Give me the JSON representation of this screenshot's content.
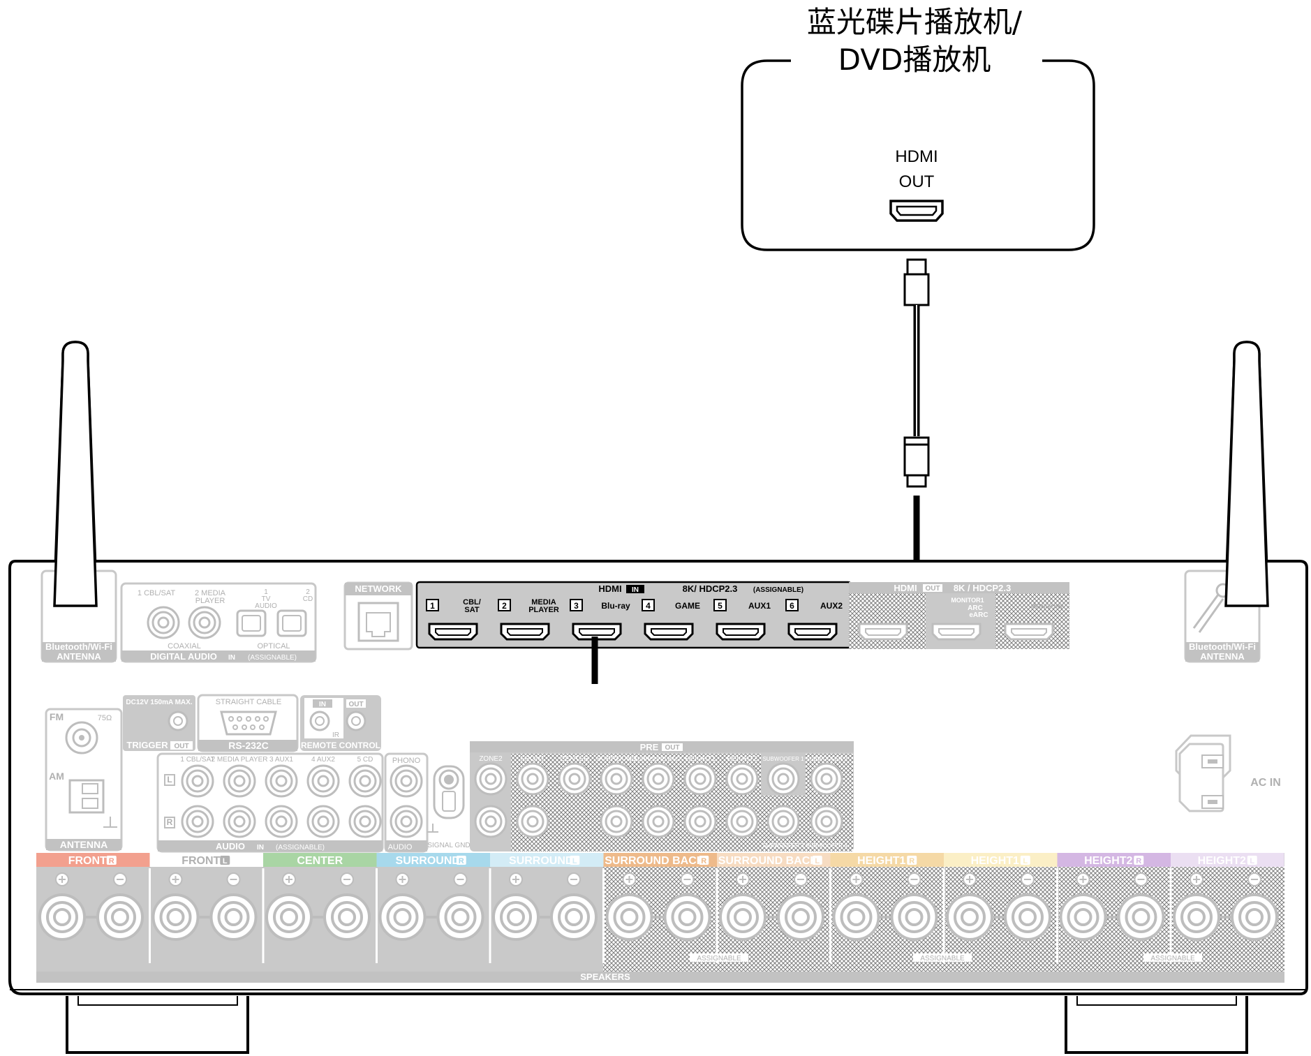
{
  "source_device": {
    "title_line1": "蓝光碟片播放机/",
    "title_line2": "DVD播放机",
    "port_line1": "HDMI",
    "port_line2": "OUT"
  },
  "receiver": {
    "antenna_left_label1": "Bluetooth/Wi-Fi",
    "antenna_left_label2": "ANTENNA",
    "antenna_right_label1": "Bluetooth/Wi-Fi",
    "antenna_right_label2": "ANTENNA",
    "digital_audio": {
      "coax1": "1 CBL/SAT",
      "coax2a": "2 MEDIA",
      "coax2b": "PLAYER",
      "opt1a": "1",
      "opt1b": "TV",
      "opt1c": "AUDIO",
      "opt2a": "2",
      "opt2b": "CD",
      "coaxial": "COAXIAL",
      "optical": "OPTICAL",
      "footer": "DIGITAL AUDIO",
      "footer_in": "IN",
      "footer_assign": "(ASSIGNABLE)"
    },
    "network": "NETWORK",
    "hdmi_in": {
      "title": "HDMI",
      "in": "IN",
      "spec": "8K/ HDCP2.3",
      "assign": "(ASSIGNABLE)",
      "ports": [
        {
          "num": "1",
          "name1": "CBL/",
          "name2": "SAT"
        },
        {
          "num": "2",
          "name1": "MEDIA",
          "name2": "PLAYER"
        },
        {
          "num": "3",
          "name1": "Blu-ray",
          "name2": ""
        },
        {
          "num": "4",
          "name1": "GAME",
          "name2": ""
        },
        {
          "num": "5",
          "name1": "AUX1",
          "name2": ""
        },
        {
          "num": "6",
          "name1": "AUX2",
          "name2": ""
        }
      ]
    },
    "hdmi_out": {
      "title": "HDMI",
      "out": "OUT",
      "spec": "8K / HDCP2.3",
      "monitor1": "MONITOR1",
      "arc": "ARC",
      "earc": "eARC",
      "monitor2": "MONITOR2"
    },
    "fm": "FM",
    "ohm": "75Ω",
    "am": "AM",
    "antenna": "ANTENNA",
    "trigger_spec": "DC12V 150mA MAX.",
    "trigger": "TRIGGER",
    "trigger_out": "OUT",
    "rs232_cable": "STRAIGHT CABLE",
    "rs232": "RS-232C",
    "remote_in": "IN",
    "remote_out": "OUT",
    "ir": "IR",
    "remote": "REMOTE CONTROL",
    "audio_in": {
      "inputs": [
        "1 CBL/SAT",
        "2 MEDIA PLAYER",
        "3 AUX1",
        "4 AUX2",
        "5 CD"
      ],
      "l": "L",
      "r": "R",
      "footer": "AUDIO",
      "footer_in": "IN",
      "footer_assign": "(ASSIGNABLE)"
    },
    "phono": "PHONO",
    "phono_footer": "AUDIO",
    "signal_gnd": "SIGNAL GND",
    "pre_out": {
      "title": "PRE",
      "out": "OUT",
      "channels": [
        "ZONE2",
        "FRONT",
        "CENTER",
        "SURROUND",
        "SURROUND BACK",
        "HEIGHT1",
        "HEIGHT2",
        "SUBWOOFER 1",
        "SUBWOOFER 2"
      ],
      "sub3": "SUBWOOFER 3",
      "sub4": "SUBWOOFER 4"
    },
    "ac_in": "AC IN",
    "speakers": {
      "labels": [
        {
          "name": "FRONT",
          "side": "R",
          "color": "#f2a08e"
        },
        {
          "name": "FRONT",
          "side": "L",
          "color": "#ffffff"
        },
        {
          "name": "CENTER",
          "side": "",
          "color": "#a9d5a4"
        },
        {
          "name": "SURROUND",
          "side": "R",
          "color": "#a7d9ec"
        },
        {
          "name": "SURROUND",
          "side": "L",
          "color": "#d3ecf6"
        },
        {
          "name": "SURROUND BACK",
          "side": "R",
          "color": "#eeba8a"
        },
        {
          "name": "SURROUND BACK",
          "side": "L",
          "color": "#f7dcc2"
        },
        {
          "name": "HEIGHT1",
          "side": "R",
          "color": "#f5d9a6"
        },
        {
          "name": "HEIGHT1",
          "side": "L",
          "color": "#fbefc6"
        },
        {
          "name": "HEIGHT2",
          "side": "R",
          "color": "#d4b7e3"
        },
        {
          "name": "HEIGHT2",
          "side": "L",
          "color": "#ebdff2"
        }
      ],
      "assignable": "ASSIGNABLE",
      "footer": "SPEAKERS"
    }
  }
}
